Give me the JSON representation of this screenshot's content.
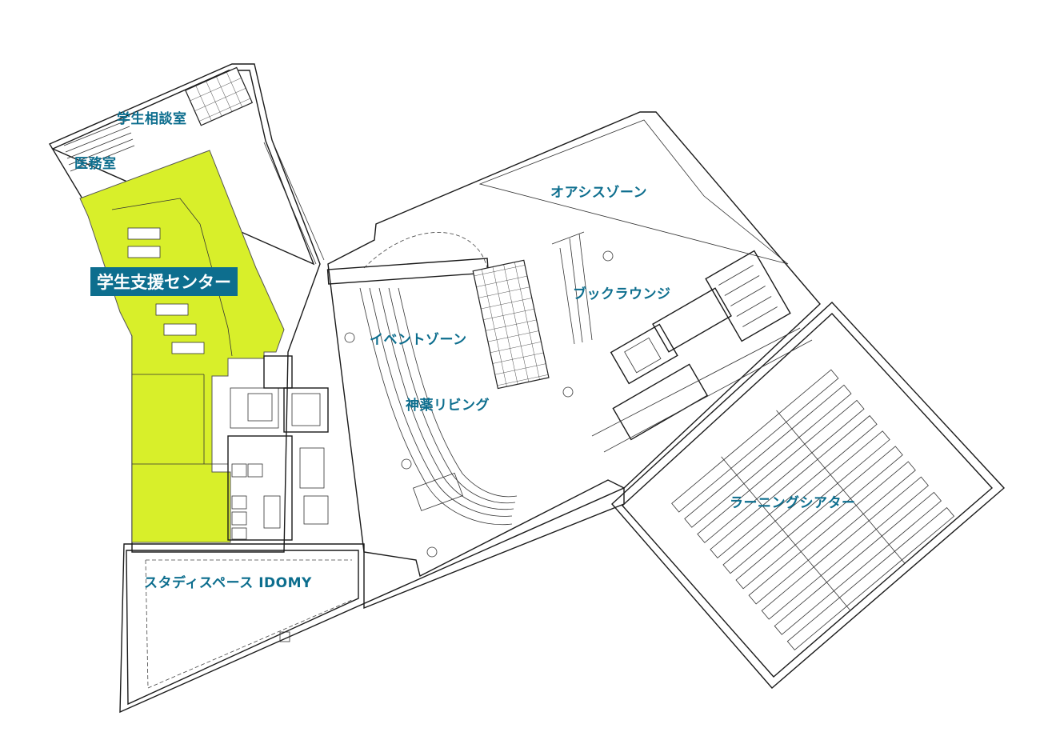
{
  "map": {
    "highlight_color": "#d8ef2a",
    "label_color": "#0d6e8e",
    "highlighted_area": "学生支援センター",
    "labels": {
      "student_support_center": "学生支援センター",
      "student_counseling_room": "学生相談室",
      "medical_office": "医務室",
      "oasis_zone": "オアシスゾーン",
      "book_lounge": "ブックラウンジ",
      "event_zone": "イベントゾーン",
      "shinyaku_living": "神薬リビング",
      "learning_theater": "ラーニングシアター",
      "study_space_idomy": "スタディスペース IDOMY"
    }
  }
}
